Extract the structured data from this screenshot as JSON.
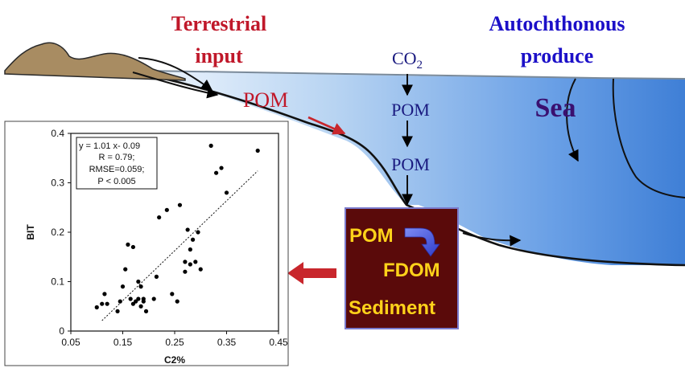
{
  "headings": {
    "terrestrial_line1": "Terrestrial",
    "terrestrial_line2": "input",
    "autochthonous_line1": "Autochthonous",
    "autochthonous_line2": "produce"
  },
  "labels": {
    "pom_left": "POM",
    "co2_base": "CO",
    "co2_subscript": "2",
    "pom_mid_1": "POM",
    "pom_mid_2": "POM",
    "sea": "Sea"
  },
  "sediment_box": {
    "pom": "POM",
    "fdom": "FDOM",
    "sediment": "Sediment"
  },
  "colors": {
    "terrestrial": "#c0182a",
    "autochthonous": "#1c10c8",
    "sea_label": "#3a1070",
    "dark_blue": "#1a1a80",
    "box_fill": "#5a0a0a",
    "box_text": "#ffd21a",
    "land": "#a88c62",
    "arrow_red": "#c8262c",
    "sea_deep": "#3f7fd6"
  },
  "chart_data": {
    "type": "scatter",
    "xlabel": "C2%",
    "ylabel": "BIT",
    "xlim": [
      0.05,
      0.45
    ],
    "ylim": [
      0,
      0.4
    ],
    "xticks": [
      "0.05",
      "0.15",
      "0.25",
      "0.35",
      "0.45"
    ],
    "yticks": [
      "0",
      "0.1",
      "0.2",
      "0.3",
      "0.4"
    ],
    "annotation": [
      "y = 1.01 x- 0.09",
      "R = 0.79;",
      "RMSE=0.059;",
      "P < 0.005"
    ],
    "fit": {
      "slope": 1.01,
      "intercept": -0.09,
      "x_range": [
        0.11,
        0.41
      ]
    },
    "points": [
      [
        0.1,
        0.048
      ],
      [
        0.11,
        0.055
      ],
      [
        0.115,
        0.075
      ],
      [
        0.12,
        0.055
      ],
      [
        0.14,
        0.04
      ],
      [
        0.145,
        0.06
      ],
      [
        0.15,
        0.09
      ],
      [
        0.155,
        0.125
      ],
      [
        0.16,
        0.175
      ],
      [
        0.165,
        0.065
      ],
      [
        0.17,
        0.17
      ],
      [
        0.17,
        0.055
      ],
      [
        0.175,
        0.06
      ],
      [
        0.18,
        0.1
      ],
      [
        0.18,
        0.065
      ],
      [
        0.185,
        0.05
      ],
      [
        0.185,
        0.09
      ],
      [
        0.19,
        0.06
      ],
      [
        0.19,
        0.065
      ],
      [
        0.195,
        0.04
      ],
      [
        0.21,
        0.065
      ],
      [
        0.215,
        0.11
      ],
      [
        0.22,
        0.23
      ],
      [
        0.235,
        0.245
      ],
      [
        0.245,
        0.075
      ],
      [
        0.255,
        0.06
      ],
      [
        0.26,
        0.255
      ],
      [
        0.27,
        0.12
      ],
      [
        0.27,
        0.14
      ],
      [
        0.275,
        0.205
      ],
      [
        0.28,
        0.165
      ],
      [
        0.28,
        0.135
      ],
      [
        0.285,
        0.185
      ],
      [
        0.29,
        0.14
      ],
      [
        0.295,
        0.2
      ],
      [
        0.3,
        0.125
      ],
      [
        0.32,
        0.375
      ],
      [
        0.33,
        0.32
      ],
      [
        0.34,
        0.33
      ],
      [
        0.35,
        0.28
      ],
      [
        0.41,
        0.365
      ]
    ]
  }
}
